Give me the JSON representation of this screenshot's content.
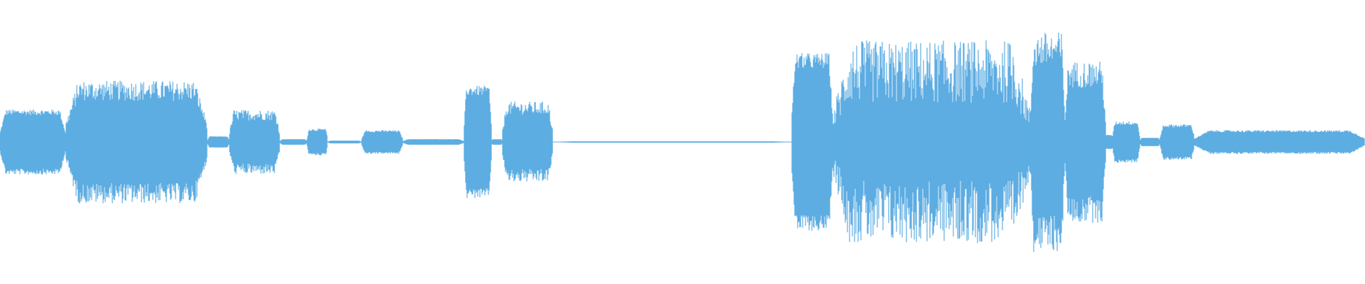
{
  "waveform": {
    "color": "#5DADE2",
    "background": "#ffffff",
    "segments": [
      {
        "start": 0.0,
        "end": 0.048,
        "amp": 0.22,
        "jag": 0.1
      },
      {
        "start": 0.048,
        "end": 0.152,
        "amp": 0.38,
        "jag": 0.2
      },
      {
        "start": 0.152,
        "end": 0.168,
        "amp": 0.04,
        "jag": 0.05
      },
      {
        "start": 0.168,
        "end": 0.205,
        "amp": 0.2,
        "jag": 0.2
      },
      {
        "start": 0.205,
        "end": 0.225,
        "amp": 0.02,
        "jag": 0.02
      },
      {
        "start": 0.225,
        "end": 0.24,
        "amp": 0.09,
        "jag": 0.1
      },
      {
        "start": 0.24,
        "end": 0.265,
        "amp": 0.01,
        "jag": 0.0
      },
      {
        "start": 0.265,
        "end": 0.295,
        "amp": 0.08,
        "jag": 0.1
      },
      {
        "start": 0.295,
        "end": 0.34,
        "amp": 0.02,
        "jag": 0.02
      },
      {
        "start": 0.34,
        "end": 0.36,
        "amp": 0.38,
        "jag": 0.1
      },
      {
        "start": 0.36,
        "end": 0.368,
        "amp": 0.02,
        "jag": 0.02
      },
      {
        "start": 0.368,
        "end": 0.405,
        "amp": 0.25,
        "jag": 0.2
      },
      {
        "start": 0.405,
        "end": 0.58,
        "amp": 0.005,
        "jag": 0.0
      },
      {
        "start": 0.58,
        "end": 0.61,
        "amp": 0.6,
        "jag": 0.1
      },
      {
        "start": 0.61,
        "end": 0.755,
        "amp": 0.52,
        "jag": 0.45
      },
      {
        "start": 0.755,
        "end": 0.78,
        "amp": 0.68,
        "jag": 0.2
      },
      {
        "start": 0.78,
        "end": 0.81,
        "amp": 0.5,
        "jag": 0.2
      },
      {
        "start": 0.81,
        "end": 0.815,
        "amp": 0.05,
        "jag": 0.05
      },
      {
        "start": 0.815,
        "end": 0.835,
        "amp": 0.14,
        "jag": 0.1
      },
      {
        "start": 0.835,
        "end": 0.85,
        "amp": 0.03,
        "jag": 0.02
      },
      {
        "start": 0.85,
        "end": 0.875,
        "amp": 0.12,
        "jag": 0.1
      },
      {
        "start": 0.875,
        "end": 1.0,
        "amp": 0.08,
        "jag": 0.1
      }
    ]
  }
}
